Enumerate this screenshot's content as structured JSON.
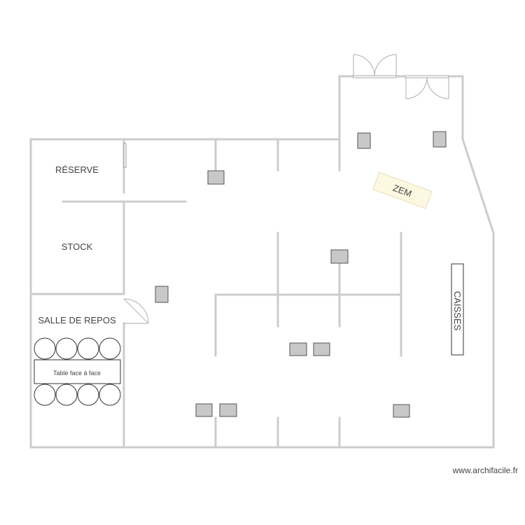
{
  "plan": {
    "rooms": {
      "reserve": "RÉSERVE",
      "stock": "STOCK",
      "salle_repos": "SALLE DE REPOS"
    },
    "furniture": {
      "table": "Table face à face",
      "zem": "ZEM",
      "caisses": "CAISSES"
    },
    "footer": "www.archifacile.fr",
    "colors": {
      "wall": "#cccccc",
      "desk": "#c8c8c8",
      "zem_fill": "#fdf8e1"
    }
  }
}
